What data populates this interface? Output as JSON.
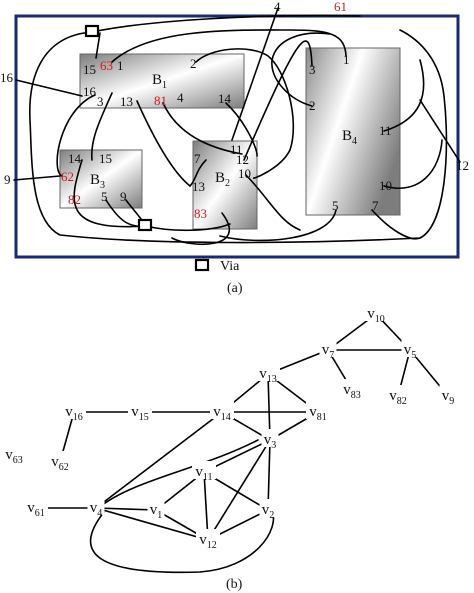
{
  "part_a": {
    "caption": "(a)",
    "legend_label": "Via",
    "blocks": [
      {
        "id": "b1",
        "name": "B",
        "sub": "1"
      },
      {
        "id": "b2",
        "name": "B",
        "sub": "2"
      },
      {
        "id": "b3",
        "name": "B",
        "sub": "3"
      },
      {
        "id": "b4",
        "name": "B",
        "sub": "4"
      }
    ],
    "pins": [
      {
        "id": "p15",
        "text": "15",
        "red": false
      },
      {
        "id": "p63",
        "text": "63",
        "red": true
      },
      {
        "id": "p1a",
        "text": "1",
        "red": false
      },
      {
        "id": "p2a",
        "text": "2",
        "red": false
      },
      {
        "id": "p16in",
        "text": "16",
        "red": false
      },
      {
        "id": "p3a",
        "text": "3",
        "red": false
      },
      {
        "id": "p13a",
        "text": "13",
        "red": false
      },
      {
        "id": "p81",
        "text": "81",
        "red": true
      },
      {
        "id": "p4in",
        "text": "4",
        "red": false
      },
      {
        "id": "p14a",
        "text": "14",
        "red": false
      },
      {
        "id": "p14b",
        "text": "14",
        "red": false
      },
      {
        "id": "p15b",
        "text": "15",
        "red": false
      },
      {
        "id": "p62",
        "text": "62",
        "red": true
      },
      {
        "id": "p82",
        "text": "82",
        "red": true
      },
      {
        "id": "p5a",
        "text": "5",
        "red": false
      },
      {
        "id": "p9in",
        "text": "9",
        "red": false
      },
      {
        "id": "p7a",
        "text": "7",
        "red": false
      },
      {
        "id": "p11a",
        "text": "11",
        "red": false
      },
      {
        "id": "p12a",
        "text": "12",
        "red": false
      },
      {
        "id": "p10a",
        "text": "10",
        "red": false
      },
      {
        "id": "p13b",
        "text": "13",
        "red": false
      },
      {
        "id": "p83",
        "text": "83",
        "red": true
      },
      {
        "id": "p3b",
        "text": "3",
        "red": false
      },
      {
        "id": "p1b",
        "text": "1",
        "red": false
      },
      {
        "id": "p2b",
        "text": "2",
        "red": false
      },
      {
        "id": "p11b",
        "text": "11",
        "red": false
      },
      {
        "id": "p10b",
        "text": "10",
        "red": false
      },
      {
        "id": "p5b",
        "text": "5",
        "red": false
      },
      {
        "id": "p7b",
        "text": "7",
        "red": false
      },
      {
        "id": "p4top",
        "text": "4",
        "red": false
      },
      {
        "id": "p61",
        "text": "61",
        "red": true
      },
      {
        "id": "p16out",
        "text": "16",
        "red": false
      },
      {
        "id": "p9out",
        "text": "9",
        "red": false
      },
      {
        "id": "p12out",
        "text": "12",
        "red": false
      }
    ]
  },
  "part_b": {
    "caption": "(b)",
    "vertices": [
      {
        "id": "v10",
        "name": "v",
        "sub": "10"
      },
      {
        "id": "v7",
        "name": "v",
        "sub": "7"
      },
      {
        "id": "v5",
        "name": "v",
        "sub": "5"
      },
      {
        "id": "v83",
        "name": "v",
        "sub": "83"
      },
      {
        "id": "v82",
        "name": "v",
        "sub": "82"
      },
      {
        "id": "v9",
        "name": "v",
        "sub": "9"
      },
      {
        "id": "v13",
        "name": "v",
        "sub": "13"
      },
      {
        "id": "v16",
        "name": "v",
        "sub": "16"
      },
      {
        "id": "v15",
        "name": "v",
        "sub": "15"
      },
      {
        "id": "v14",
        "name": "v",
        "sub": "14"
      },
      {
        "id": "v81",
        "name": "v",
        "sub": "81"
      },
      {
        "id": "v3",
        "name": "v",
        "sub": "3"
      },
      {
        "id": "v63",
        "name": "v",
        "sub": "63"
      },
      {
        "id": "v62",
        "name": "v",
        "sub": "62"
      },
      {
        "id": "v11",
        "name": "v",
        "sub": "11"
      },
      {
        "id": "v61",
        "name": "v",
        "sub": "61"
      },
      {
        "id": "v4",
        "name": "v",
        "sub": "4"
      },
      {
        "id": "v1",
        "name": "v",
        "sub": "1"
      },
      {
        "id": "v2",
        "name": "v",
        "sub": "2"
      },
      {
        "id": "v12",
        "name": "v",
        "sub": "12"
      }
    ],
    "edges": [
      [
        "v10",
        "v7"
      ],
      [
        "v10",
        "v5"
      ],
      [
        "v7",
        "v5"
      ],
      [
        "v7",
        "v83"
      ],
      [
        "v7",
        "v13"
      ],
      [
        "v5",
        "v82"
      ],
      [
        "v5",
        "v9"
      ],
      [
        "v16",
        "v62"
      ],
      [
        "v16",
        "v15"
      ],
      [
        "v15",
        "v14"
      ],
      [
        "v14",
        "v13"
      ],
      [
        "v14",
        "v81"
      ],
      [
        "v14",
        "v3"
      ],
      [
        "v14",
        "v4"
      ],
      [
        "v13",
        "v81"
      ],
      [
        "v13",
        "v3"
      ],
      [
        "v81",
        "v3"
      ],
      [
        "v3",
        "v11"
      ],
      [
        "v3",
        "v2"
      ],
      [
        "v3",
        "v12"
      ],
      [
        "v61",
        "v4"
      ],
      [
        "v4",
        "v1"
      ],
      [
        "v4",
        "v12"
      ],
      [
        "v1",
        "v11"
      ],
      [
        "v1",
        "v12"
      ],
      [
        "v11",
        "v2"
      ],
      [
        "v11",
        "v12"
      ],
      [
        "v2",
        "v12"
      ]
    ]
  }
}
